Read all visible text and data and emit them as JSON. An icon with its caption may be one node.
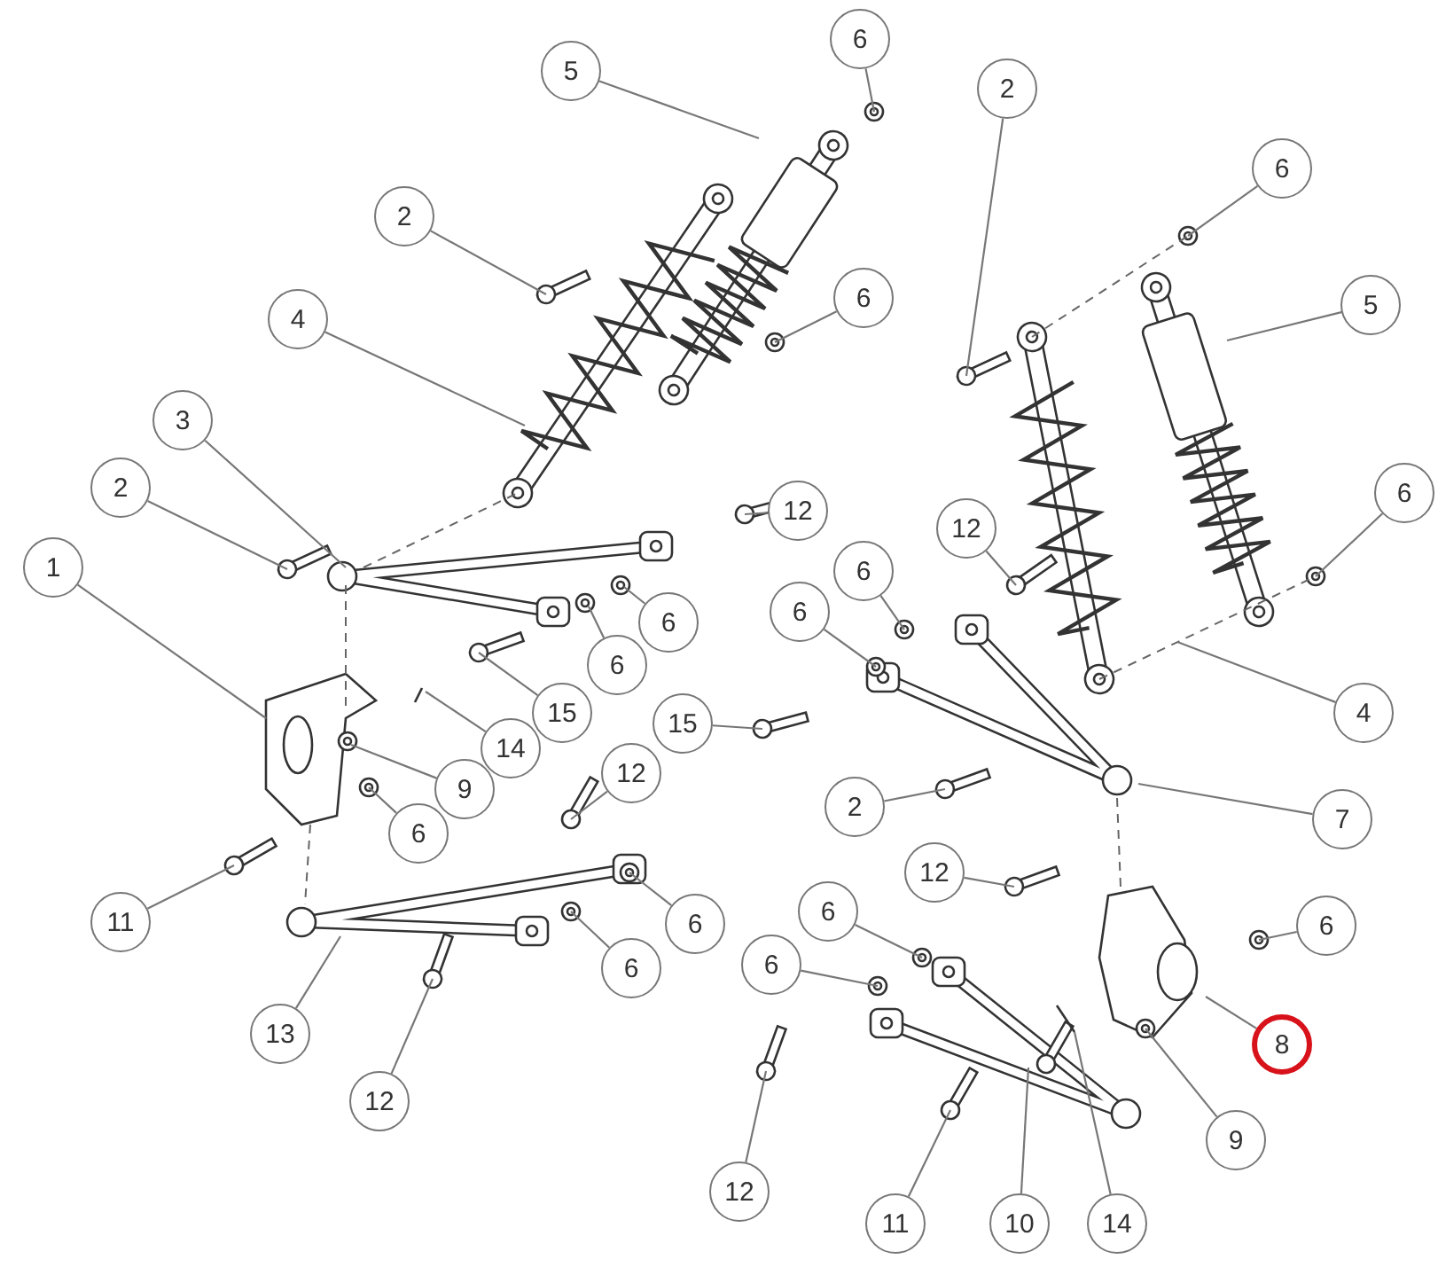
{
  "diagram": {
    "nodes": [
      {
        "text": [
          "6"
        ]
      },
      {
        "text": [
          "5"
        ]
      },
      {
        "text": [
          "2"
        ]
      },
      {
        "text": [
          "2"
        ]
      },
      {
        "text": [
          "6"
        ]
      },
      {
        "text": [
          "4"
        ]
      },
      {
        "text": [
          "6"
        ]
      },
      {
        "text": [
          "5"
        ]
      },
      {
        "text": [
          "3"
        ]
      },
      {
        "text": [
          "2"
        ]
      },
      {
        "text": [
          "12"
        ]
      },
      {
        "text": [
          "1"
        ]
      },
      {
        "text": [
          "12"
        ]
      },
      {
        "text": [
          "6"
        ]
      },
      {
        "text": [
          "6"
        ]
      },
      {
        "text": [
          "6"
        ]
      },
      {
        "text": [
          "6"
        ]
      },
      {
        "text": [
          "6"
        ]
      },
      {
        "text": [
          "15"
        ]
      },
      {
        "text": [
          "15"
        ]
      },
      {
        "text": [
          "4"
        ]
      },
      {
        "text": [
          "14"
        ]
      },
      {
        "text": [
          "12"
        ]
      },
      {
        "text": [
          "9"
        ]
      },
      {
        "text": [
          "6"
        ]
      },
      {
        "text": [
          "2"
        ]
      },
      {
        "text": [
          "7"
        ]
      },
      {
        "text": [
          "12"
        ]
      },
      {
        "text": [
          "11"
        ]
      },
      {
        "text": [
          "6"
        ]
      },
      {
        "text": [
          "6"
        ]
      },
      {
        "text": [
          "6"
        ]
      },
      {
        "text": [
          "6"
        ]
      },
      {
        "text": [
          "6"
        ]
      },
      {
        "text": [
          "8"
        ]
      },
      {
        "text": [
          "13"
        ]
      },
      {
        "text": [
          "12"
        ]
      },
      {
        "text": [
          "9"
        ]
      },
      {
        "text": [
          "12"
        ]
      },
      {
        "text": [
          "11"
        ]
      },
      {
        "text": [
          "10"
        ]
      },
      {
        "text": [
          "14"
        ]
      }
    ],
    "edges": [
      {
        "from": 0,
        "to": null,
        "arrow": "none"
      },
      {
        "from": 1,
        "to": null,
        "arrow": "none"
      },
      {
        "from": 2,
        "to": null,
        "arrow": "none"
      },
      {
        "from": 3,
        "to": null,
        "arrow": "none"
      },
      {
        "from": 4,
        "to": null,
        "arrow": "none"
      },
      {
        "from": 5,
        "to": null,
        "arrow": "none"
      },
      {
        "from": 6,
        "to": null,
        "arrow": "none"
      },
      {
        "from": 7,
        "to": null,
        "arrow": "none"
      },
      {
        "from": 8,
        "to": null,
        "arrow": "none"
      },
      {
        "from": 9,
        "to": null,
        "arrow": "none"
      },
      {
        "from": 10,
        "to": null,
        "arrow": "none"
      },
      {
        "from": 11,
        "to": null,
        "arrow": "none"
      },
      {
        "from": 12,
        "to": null,
        "arrow": "none"
      },
      {
        "from": 13,
        "to": null,
        "arrow": "none"
      },
      {
        "from": 14,
        "to": null,
        "arrow": "none"
      },
      {
        "from": 15,
        "to": null,
        "arrow": "none"
      },
      {
        "from": 16,
        "to": null,
        "arrow": "none"
      },
      {
        "from": 17,
        "to": null,
        "arrow": "none"
      },
      {
        "from": 18,
        "to": null,
        "arrow": "none"
      },
      {
        "from": 19,
        "to": null,
        "arrow": "none"
      },
      {
        "from": 20,
        "to": null,
        "arrow": "none"
      },
      {
        "from": 21,
        "to": null,
        "arrow": "none"
      },
      {
        "from": 22,
        "to": null,
        "arrow": "none"
      },
      {
        "from": 23,
        "to": null,
        "arrow": "none"
      },
      {
        "from": 24,
        "to": null,
        "arrow": "none"
      },
      {
        "from": 25,
        "to": null,
        "arrow": "none"
      },
      {
        "from": 26,
        "to": null,
        "arrow": "none"
      },
      {
        "from": 27,
        "to": null,
        "arrow": "none"
      },
      {
        "from": 28,
        "to": null,
        "arrow": "none"
      },
      {
        "from": 29,
        "to": null,
        "arrow": "none"
      },
      {
        "from": 30,
        "to": null,
        "arrow": "none"
      },
      {
        "from": 31,
        "to": null,
        "arrow": "none"
      },
      {
        "from": 32,
        "to": null,
        "arrow": "none"
      },
      {
        "from": 33,
        "to": null,
        "arrow": "none"
      },
      {
        "from": 34,
        "to": null,
        "arrow": "none"
      },
      {
        "from": 35,
        "to": null,
        "arrow": "none"
      },
      {
        "from": 36,
        "to": null,
        "arrow": "none"
      },
      {
        "from": 37,
        "to": null,
        "arrow": "none"
      },
      {
        "from": 38,
        "to": null,
        "arrow": "none"
      },
      {
        "from": 39,
        "to": null,
        "arrow": "none"
      },
      {
        "from": 40,
        "to": null,
        "arrow": "none"
      },
      {
        "from": 41,
        "to": null,
        "arrow": "none"
      }
    ]
  }
}
